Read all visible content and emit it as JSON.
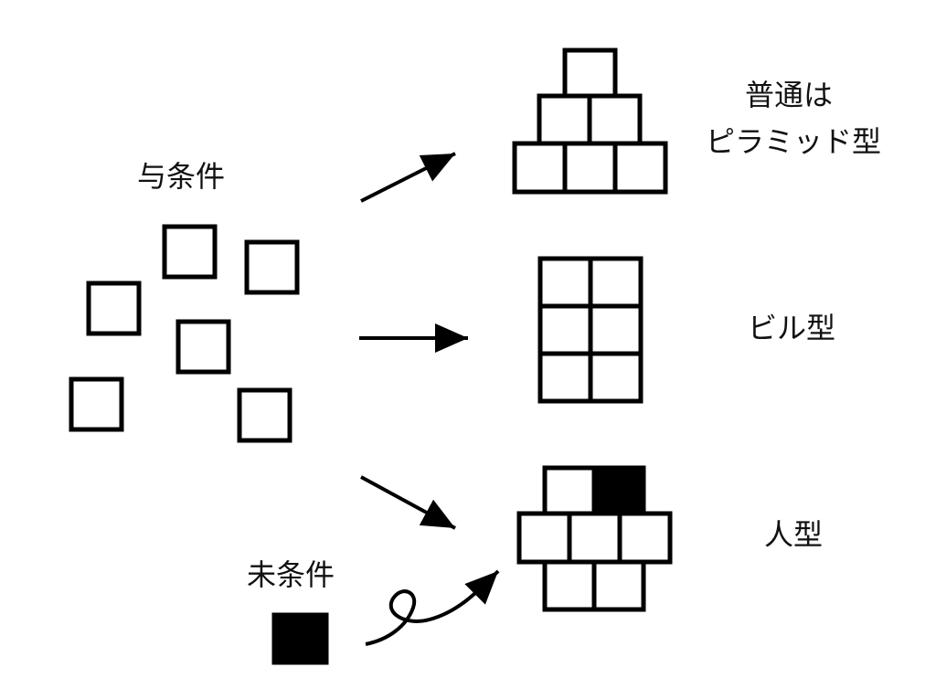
{
  "labels": {
    "given_condition": "与条件",
    "pyramid_line1": "普通は",
    "pyramid_line2": "ピラミッド型",
    "building": "ビル型",
    "person": "人型",
    "unconditioned": "未条件"
  },
  "colors": {
    "stroke": "#000000",
    "fill": "#ffffff",
    "dark_fill": "#000000"
  }
}
